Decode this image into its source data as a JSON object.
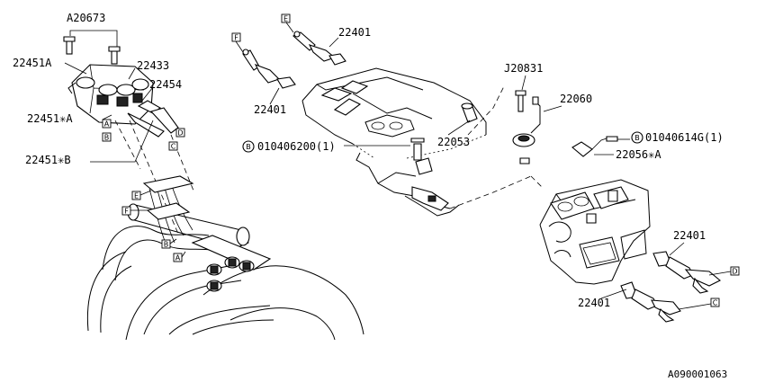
{
  "labels": {
    "a20673": "A20673",
    "p22451a": "22451A",
    "p22433": "22433",
    "p22454": "22454",
    "p22451_star_a": "22451✳A",
    "p22451_star_b": "22451✳B",
    "p22401_top": "22401",
    "p22401_left": "22401",
    "j20831": "J20831",
    "p22060": "22060",
    "p22053": "22053",
    "bolt_left": "010406200(1)",
    "bolt_right": "01040614G(1)",
    "p22056_star_a": "22056✳A",
    "p22401_right_upper": "22401",
    "p22401_right_lower": "22401",
    "reference": "A090001063"
  },
  "markers": {
    "bolt_symbol": "B",
    "connector_a": "A",
    "connector_b": "B",
    "connector_c": "C",
    "connector_d": "D",
    "connector_e": "E",
    "connector_f": "F"
  }
}
